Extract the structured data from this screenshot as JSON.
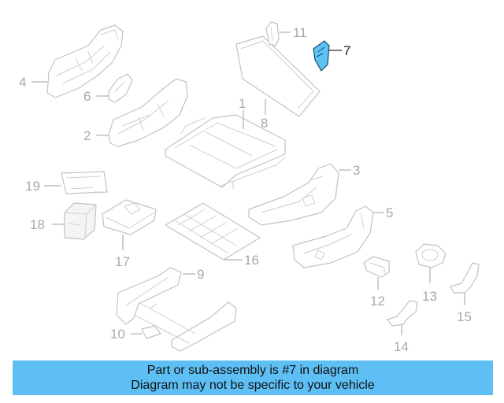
{
  "callouts": {
    "c1": "1",
    "c2": "2",
    "c3": "3",
    "c4": "4",
    "c5": "5",
    "c6": "6",
    "c7": "7",
    "c8": "8",
    "c9": "9",
    "c10": "10",
    "c11": "11",
    "c12": "12",
    "c13": "13",
    "c14": "14",
    "c15": "15",
    "c16": "16",
    "c17": "17",
    "c18": "18",
    "c19": "19"
  },
  "highlight_part": "7",
  "colors": {
    "highlight": "#5cc3f5",
    "banner": "#5ebff5",
    "linework": "#c2c2c2"
  },
  "banner": {
    "line1": "Part or sub-assembly is #7 in diagram",
    "line2": "Diagram may not be specific to your vehicle"
  }
}
